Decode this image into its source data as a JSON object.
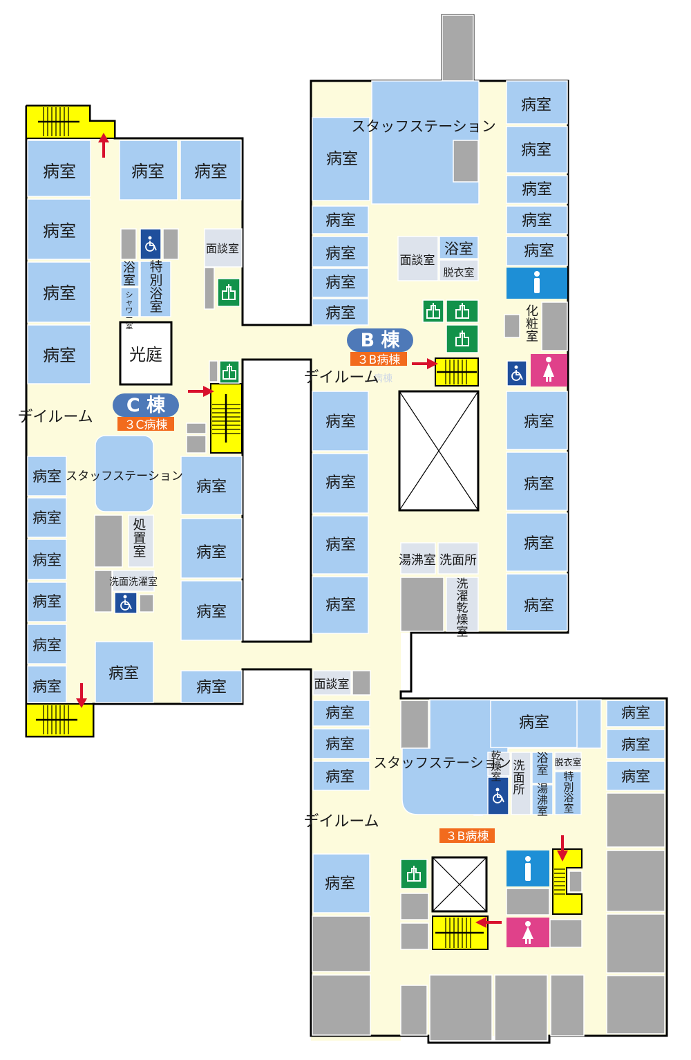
{
  "colors": {
    "room": "#a8cdf2",
    "corridor": "#fdfbdc",
    "service": "#a8a8a8",
    "stairs": "#ffff00",
    "wall": "#000000",
    "badge": "#4e79b8",
    "ward_tag": "#f26b1d",
    "arrow": "#d8102c",
    "exit": "#12924a",
    "wc_male": "#1e8fd6",
    "wc_female": "#e0418a",
    "accessible": "#1f4f9c"
  },
  "labels": {
    "patient_room": "病室",
    "staff_station": "スタッフステーション",
    "consult": "面談室",
    "bath": "浴室",
    "changing": "脱衣室",
    "special_bath": "特別浴室",
    "shower": "シャワー室",
    "courtyard": "光庭",
    "day_room": "デイルーム",
    "treatment": "処置室",
    "wash_laundry": "洗面洗濯室",
    "powder": "化粧室",
    "kettle": "湯沸室",
    "washroom": "洗面所",
    "laundry_dry": "洗濯乾燥室",
    "dry": "乾燥室"
  },
  "buildings": {
    "c_badge": "C 棟",
    "c_ward": "３C病棟",
    "b_badge": "B 棟",
    "b_ward": "３B病棟",
    "b_ward_faded": "病棟",
    "s_ward": "３B病棟"
  },
  "icons": {
    "exit": "emergency-exit-icon",
    "accessible": "accessible-icon",
    "wc_male": "mens-restroom-icon",
    "wc_female": "womens-restroom-icon",
    "arrow": "direction-arrow-icon",
    "stairs": "staircase-icon",
    "elevator": "elevator-shaft-icon"
  }
}
